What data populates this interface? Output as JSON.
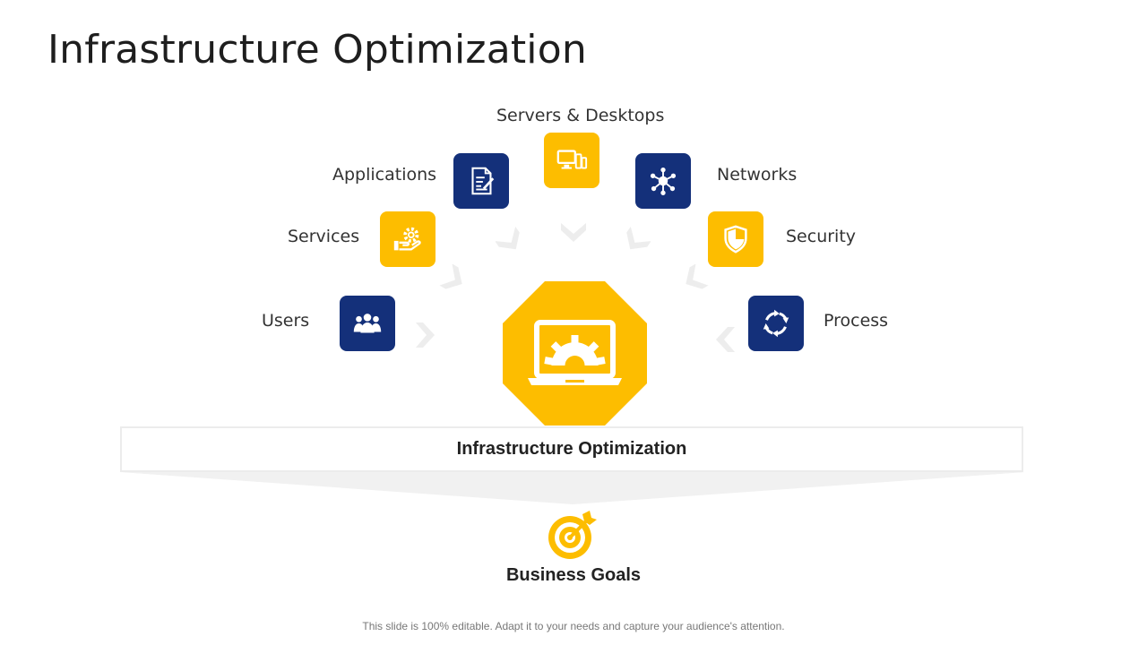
{
  "title": "Infrastructure Optimization",
  "items": {
    "servers": {
      "label": "Servers & Desktops",
      "icon": "devices-icon",
      "color": "#fdbd00"
    },
    "applications": {
      "label": "Applications",
      "icon": "document-icon",
      "color": "#14307a"
    },
    "networks": {
      "label": "Networks",
      "icon": "network-icon",
      "color": "#14307a"
    },
    "services": {
      "label": "Services",
      "icon": "gear-hand-icon",
      "color": "#fdbd00"
    },
    "security": {
      "label": "Security",
      "icon": "shield-icon",
      "color": "#fdbd00"
    },
    "users": {
      "label": "Users",
      "icon": "users-icon",
      "color": "#14307a"
    },
    "process": {
      "label": "Process",
      "icon": "cycle-icon",
      "color": "#14307a"
    }
  },
  "hub": {
    "icon": "laptop-gear-icon",
    "color": "#fdbd00"
  },
  "band_label": "Infrastructure Optimization",
  "goal": {
    "label": "Business Goals",
    "icon": "target-icon",
    "color": "#fdbd00"
  },
  "footnote": "This slide is 100% editable. Adapt it to your needs and capture your audience's attention."
}
